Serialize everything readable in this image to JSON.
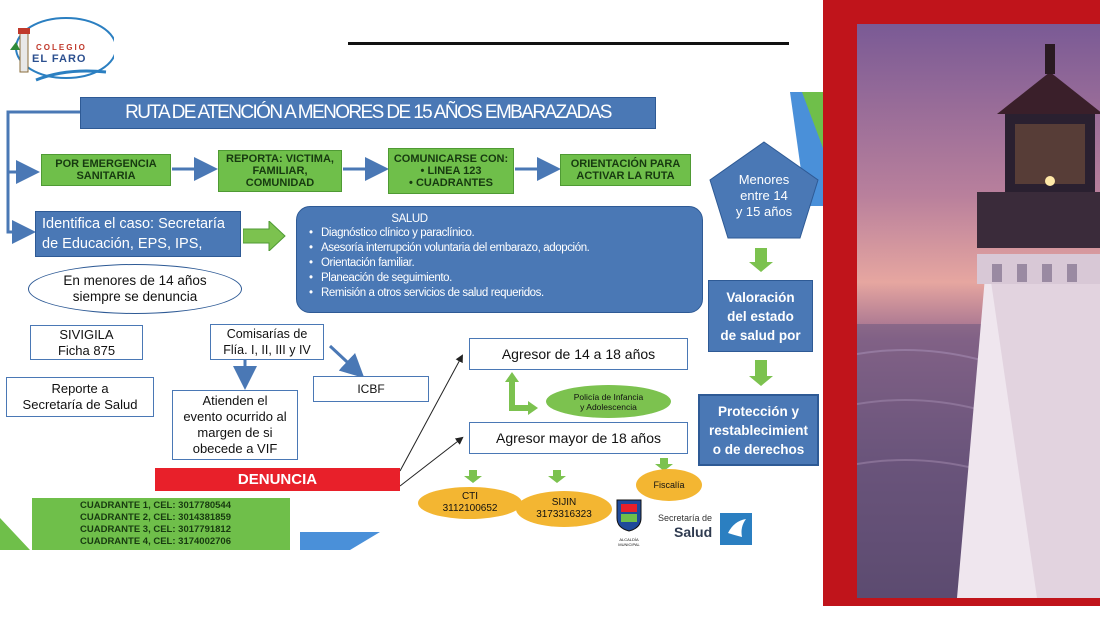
{
  "logo": {
    "line1": "COLEGIO",
    "line2": "EL FARO"
  },
  "title": "RUTA DE ATENCIÓN A MENORES DE 15  AÑOS EMBARAZADAS",
  "top_flow": {
    "step1": [
      "POR EMERGENCIA",
      "SANITARIA"
    ],
    "step2": [
      "REPORTA: VICTIMA,",
      "FAMILIAR,",
      "COMUNIDAD"
    ],
    "step3": [
      "COMUNICARSE CON:",
      "•  LINEA 123",
      "•  CUADRANTES"
    ],
    "step4": [
      "ORIENTACIÓN PARA",
      "ACTIVAR LA RUTA"
    ]
  },
  "identify": [
    "Identifica el caso: Secretaría",
    "de  Educación, EPS, IPS,"
  ],
  "salud": {
    "title": "SALUD",
    "items": [
      "Diagnóstico clínico y paraclínico.",
      "Asesoría interrupción voluntaria del embarazo, adopción.",
      "Orientación familiar.",
      "Planeación de seguimiento.",
      "Remisión a otros servicios de salud requeridos."
    ]
  },
  "under14": [
    "En menores de 14 años",
    "siempre se denuncia"
  ],
  "sivigila": [
    "SIVIGILA",
    "Ficha 875"
  ],
  "reporte": [
    "Reporte a",
    "Secretaría de Salud"
  ],
  "comisarias": [
    "Comisarías de",
    "Flía. I, II, III y IV"
  ],
  "atienden": [
    "Atienden el",
    "evento ocurrido al",
    "margen de si",
    "obecede a VIF"
  ],
  "icbf": "ICBF",
  "denuncia": "DENUNCIA",
  "agresor1": "Agresor de 14 a 18 años",
  "agresor2": "Agresor mayor de 18 años",
  "policia": [
    "Policía de Infancia",
    "y Adolescencia"
  ],
  "cti": [
    "CTI",
    "3112100652"
  ],
  "sijin": [
    "SIJIN",
    "3173316323"
  ],
  "fiscalia": "Fiscalía",
  "cuadrantes": [
    "CUADRANTE 1, CEL: 3017780544",
    "CUADRANTE 2, CEL: 3014381859",
    "CUADRANTE 3, CEL: 3017791812",
    "CUADRANTE 4, CEL: 3174002706"
  ],
  "menores": [
    "Menores",
    "entre 14",
    "y 15 años"
  ],
  "valoracion": [
    "Valoración",
    "del  estado",
    "de  salud por"
  ],
  "proteccion": [
    "Protección y",
    "restablecimient",
    "o  de derechos"
  ],
  "alcaldia": "ALCALDÍA MUNICIPAL",
  "secretaria_logo": {
    "line1": "Secretaría de",
    "line2": "Salud"
  },
  "colors": {
    "blue": "#4a78b5",
    "green": "#6fbf4a",
    "red": "#e8202a",
    "frame": "#c0141b",
    "orange": "#f3b632"
  }
}
